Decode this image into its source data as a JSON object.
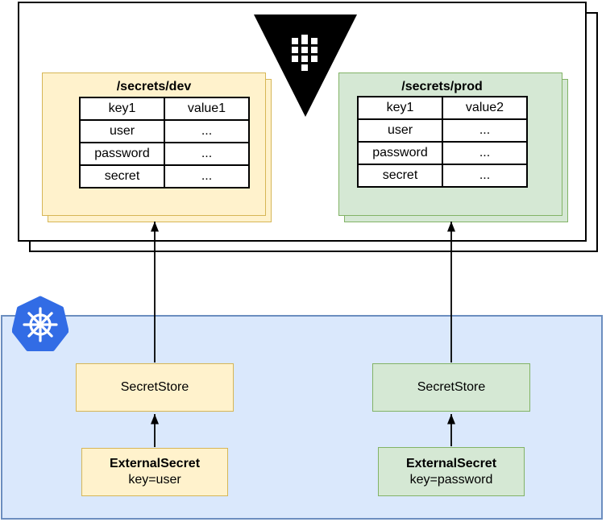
{
  "vault": {
    "dev_secrets": {
      "title": "/secrets/dev",
      "table": {
        "rows": [
          {
            "key": "key1",
            "value": "value1"
          },
          {
            "key": "user",
            "value": "..."
          },
          {
            "key": "password",
            "value": "..."
          },
          {
            "key": "secret",
            "value": "..."
          }
        ]
      }
    },
    "prod_secrets": {
      "title": "/secrets/prod",
      "table": {
        "rows": [
          {
            "key": "key1",
            "value": "value2"
          },
          {
            "key": "user",
            "value": "..."
          },
          {
            "key": "password",
            "value": "..."
          },
          {
            "key": "secret",
            "value": "..."
          }
        ]
      }
    }
  },
  "kubernetes": {
    "dev": {
      "secret_store_label": "SecretStore",
      "external_secret_label": "ExternalSecret",
      "external_secret_key": "key=user"
    },
    "prod": {
      "secret_store_label": "SecretStore",
      "external_secret_label": "ExternalSecret",
      "external_secret_key": "key=password"
    }
  },
  "icons": {
    "vault": "vault-icon",
    "kubernetes": "kubernetes-icon"
  },
  "colors": {
    "yellow_fill": "#fff2cc",
    "yellow_border": "#d6b656",
    "green_fill": "#d5e8d4",
    "green_border": "#82b366",
    "blue_fill": "#dae8fc",
    "blue_border": "#6c8ebf",
    "kubernetes_blue": "#326ce5",
    "vault_black": "#000000"
  }
}
